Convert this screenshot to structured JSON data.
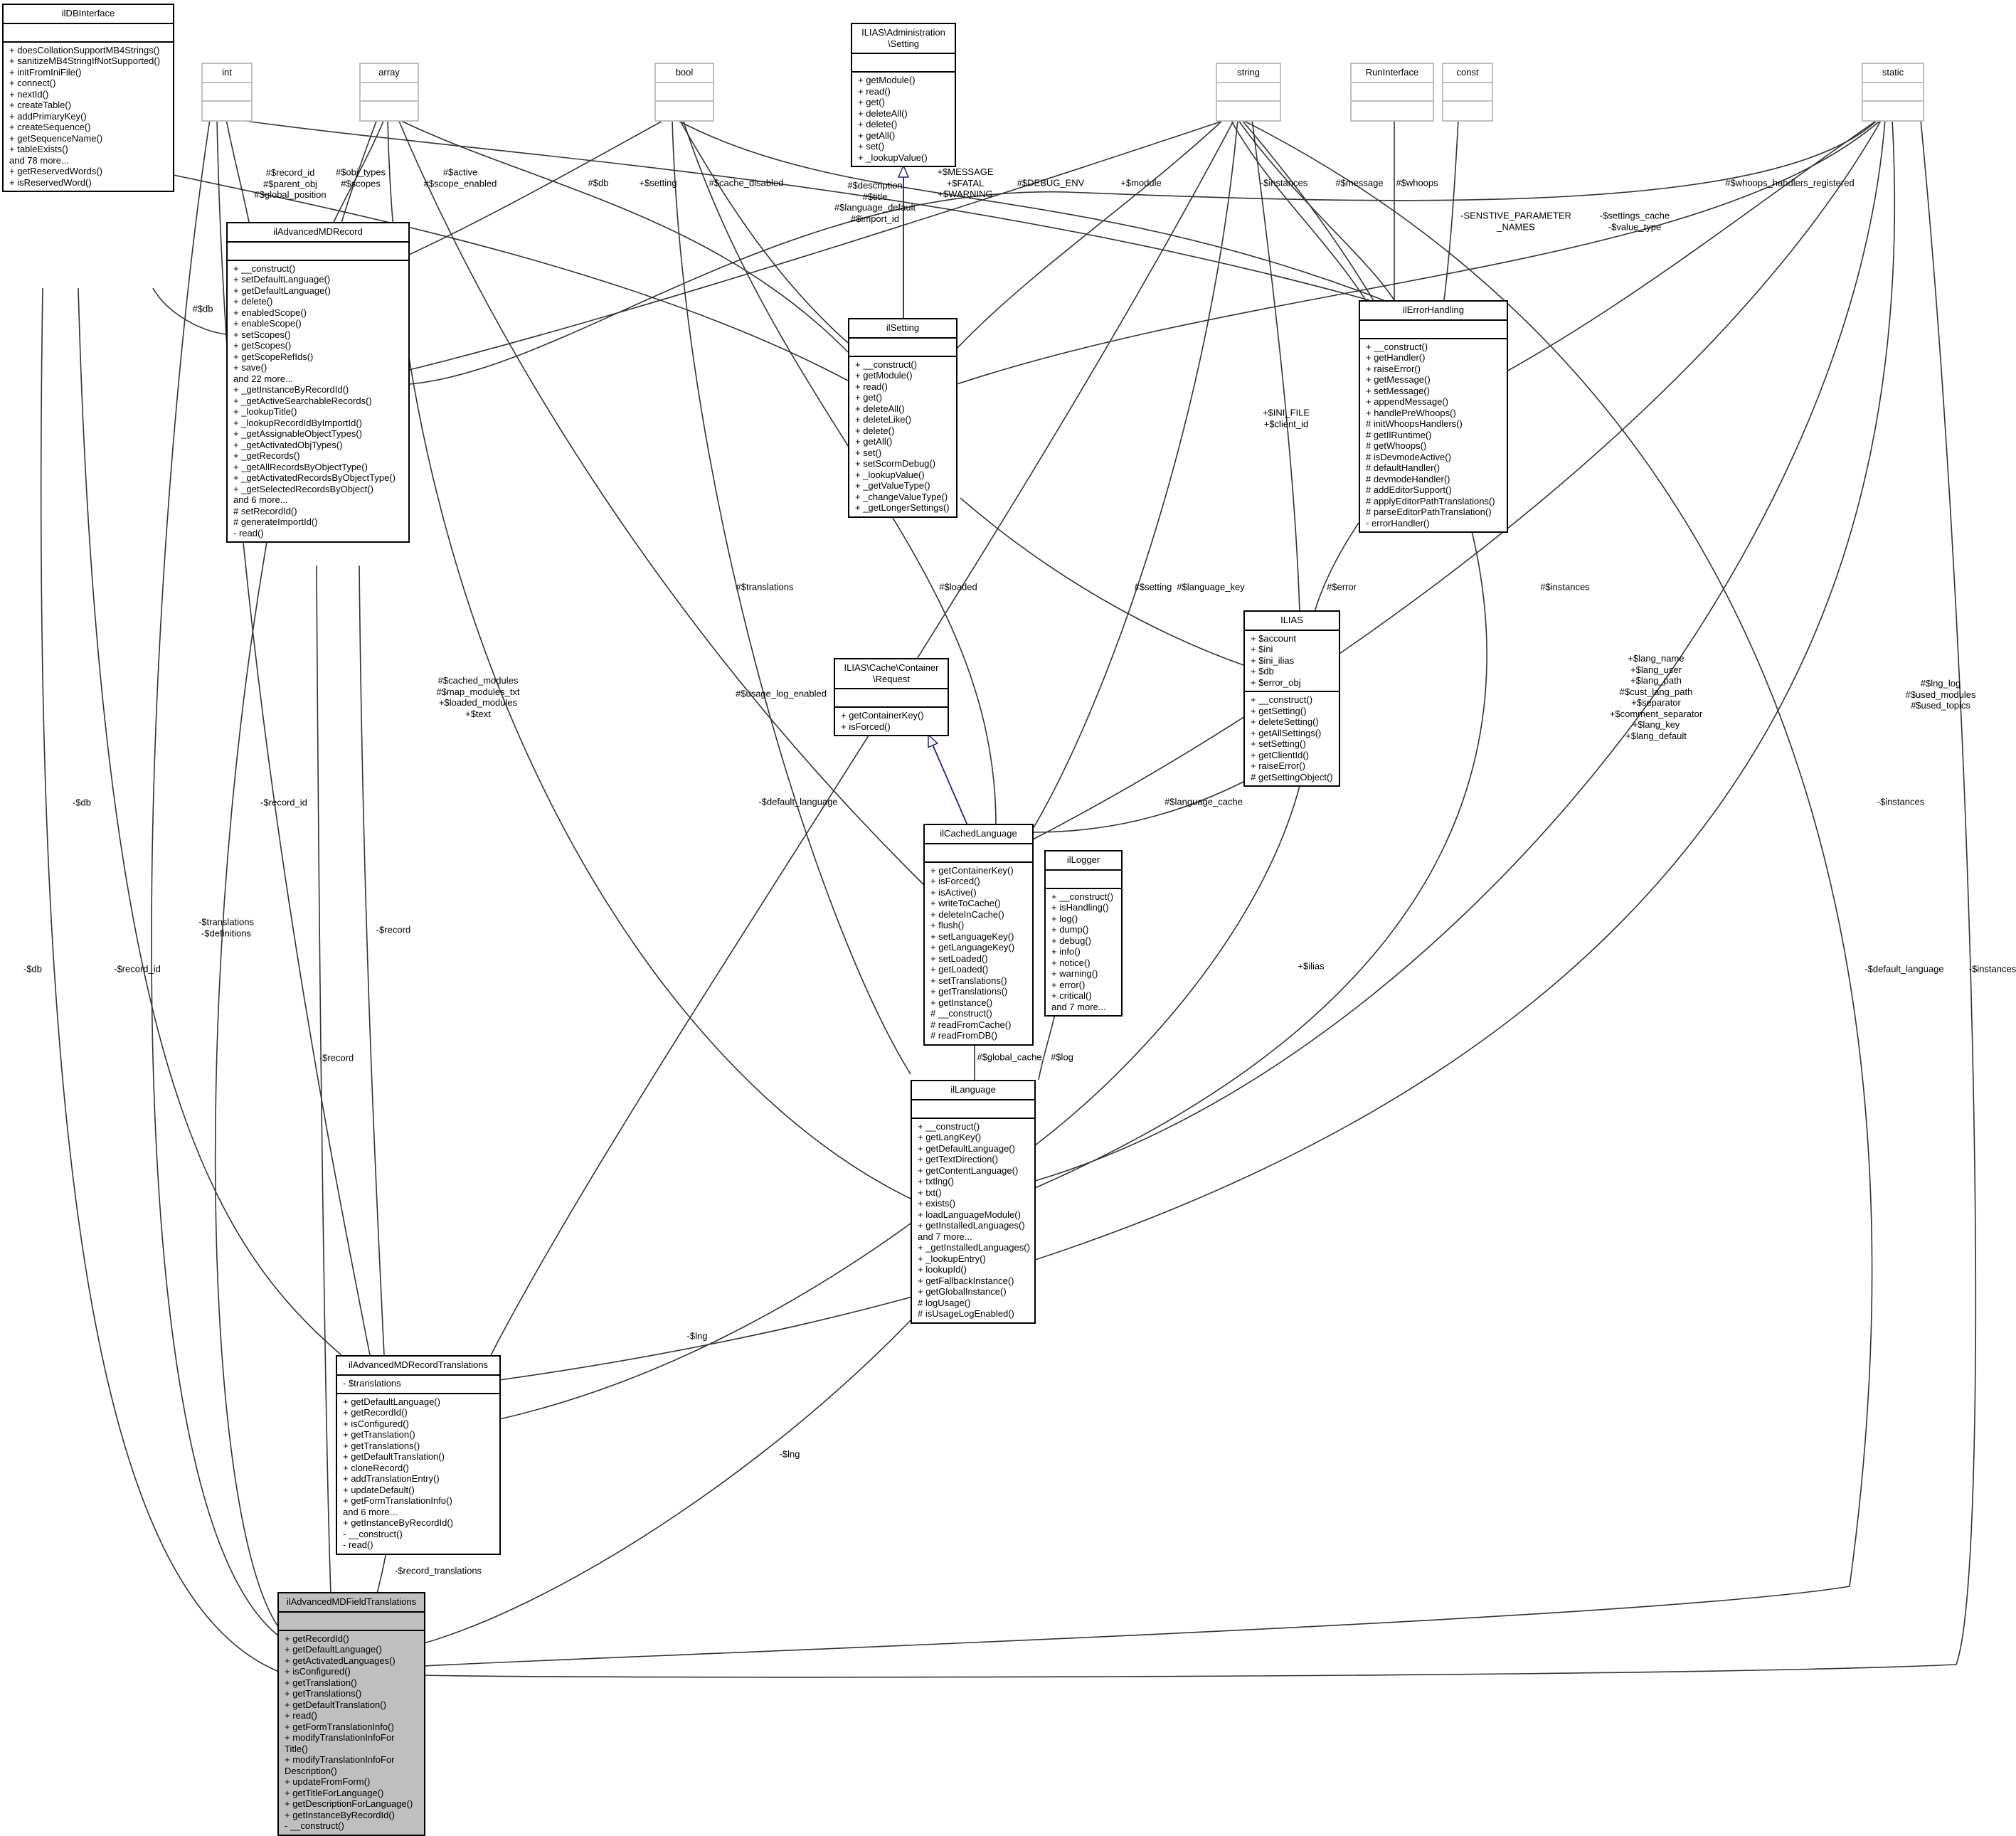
{
  "classes": {
    "ilDBInterface": {
      "title": "ilDBInterface",
      "attributes": [],
      "methods": [
        "+ doesCollationSupportMB4Strings()",
        "+ sanitizeMB4StringIfNotSupported()",
        "+ initFromIniFile()",
        "+ connect()",
        "+ nextId()",
        "+ createTable()",
        "+ addPrimaryKey()",
        "+ createSequence()",
        "+ getSequenceName()",
        "+ tableExists()",
        "and 78 more...",
        "+ getReservedWords()",
        "+ isReservedWord()"
      ]
    },
    "int": {
      "title": "int",
      "attributes": [],
      "methods": []
    },
    "array": {
      "title": "array",
      "attributes": [],
      "methods": []
    },
    "bool": {
      "title": "bool",
      "attributes": [],
      "methods": []
    },
    "AdministrationSetting": {
      "title": "ILIAS\\Administration\n\\Setting",
      "attributes": [],
      "methods": [
        "+ getModule()",
        "+ read()",
        "+ get()",
        "+ deleteAll()",
        "+ delete()",
        "+ getAll()",
        "+ set()",
        "+ _lookupValue()"
      ]
    },
    "string": {
      "title": "string",
      "attributes": [],
      "methods": []
    },
    "RunInterface": {
      "title": "RunInterface",
      "attributes": [],
      "methods": []
    },
    "const": {
      "title": "const",
      "attributes": [],
      "methods": []
    },
    "static": {
      "title": "static",
      "attributes": [],
      "methods": []
    },
    "ilAdvancedMDRecord": {
      "title": "ilAdvancedMDRecord",
      "attributes": [],
      "methods": [
        "+ __construct()",
        "+ setDefaultLanguage()",
        "+ getDefaultLanguage()",
        "+ delete()",
        "+ enabledScope()",
        "+ enableScope()",
        "+ setScopes()",
        "+ getScopes()",
        "+ getScopeRefIds()",
        "+ save()",
        "and 22 more...",
        "+ _getInstanceByRecordId()",
        "+ _getActiveSearchableRecords()",
        "+ _lookupTitle()",
        "+ _lookupRecordIdByImportId()",
        "+ _getAssignableObjectTypes()",
        "+ _getActivatedObjTypes()",
        "+ _getRecords()",
        "+ _getAllRecordsByObjectType()",
        "+ _getActivatedRecordsByObjectType()",
        "+ _getSelectedRecordsByObject()",
        "and 6 more...",
        "# setRecordId()",
        "# generateImportId()",
        "- read()"
      ]
    },
    "ilSetting": {
      "title": "ilSetting",
      "attributes": [],
      "methods": [
        "+ __construct()",
        "+ getModule()",
        "+ read()",
        "+ get()",
        "+ deleteAll()",
        "+ deleteLike()",
        "+ delete()",
        "+ getAll()",
        "+ set()",
        "+ setScormDebug()",
        "+ _lookupValue()",
        "+ _getValueType()",
        "+ _changeValueType()",
        "+ _getLongerSettings()"
      ]
    },
    "ilErrorHandling": {
      "title": "ilErrorHandling",
      "attributes": [],
      "methods": [
        "+ __construct()",
        "+ getHandler()",
        "+ raiseError()",
        "+ getMessage()",
        "+ setMessage()",
        "+ appendMessage()",
        "+ handlePreWhoops()",
        "# initWhoopsHandlers()",
        "# getIlRuntime()",
        "# getWhoops()",
        "# isDevmodeActive()",
        "# defaultHandler()",
        "# devmodeHandler()",
        "# addEditorSupport()",
        "# applyEditorPathTranslations()",
        "# parseEditorPathTranslation()",
        "- errorHandler()"
      ]
    },
    "ILIAS": {
      "title": "ILIAS",
      "attributes": [
        "+ $account",
        "+ $ini",
        "+ $ini_ilias",
        "+ $db",
        "+ $error_obj"
      ],
      "methods": [
        "+ __construct()",
        "+ getSetting()",
        "+ deleteSetting()",
        "+ getAllSettings()",
        "+ setSetting()",
        "+ getClientId()",
        "+ raiseError()",
        "# getSettingObject()"
      ]
    },
    "CacheRequest": {
      "title": "ILIAS\\Cache\\Container\n\\Request",
      "attributes": [],
      "methods": [
        "+ getContainerKey()",
        "+ isForced()"
      ]
    },
    "ilCachedLanguage": {
      "title": "ilCachedLanguage",
      "attributes": [],
      "methods": [
        "+ getContainerKey()",
        "+ isForced()",
        "+ isActive()",
        "+ writeToCache()",
        "+ deleteInCache()",
        "+ flush()",
        "+ setLanguageKey()",
        "+ getLanguageKey()",
        "+ setLoaded()",
        "+ getLoaded()",
        "+ setTranslations()",
        "+ getTranslations()",
        "+ getInstance()",
        "# __construct()",
        "# readFromCache()",
        "# readFromDB()"
      ]
    },
    "ilLogger": {
      "title": "ilLogger",
      "attributes": [],
      "methods": [
        "+ __construct()",
        "+ isHandling()",
        "+ log()",
        "+ dump()",
        "+ debug()",
        "+ info()",
        "+ notice()",
        "+ warning()",
        "+ error()",
        "+ critical()",
        "and 7 more..."
      ]
    },
    "ilLanguage": {
      "title": "ilLanguage",
      "attributes": [],
      "methods": [
        "+ __construct()",
        "+ getLangKey()",
        "+ getDefaultLanguage()",
        "+ getTextDirection()",
        "+ getContentLanguage()",
        "+ txtlng()",
        "+ txt()",
        "+ exists()",
        "+ loadLanguageModule()",
        "+ getInstalledLanguages()",
        "and 7 more...",
        "+ _getInstalledLanguages()",
        "+ _lookupEntry()",
        "+ lookupId()",
        "+ getFallbackInstance()",
        "+ getGlobalInstance()",
        "# logUsage()",
        "# isUsageLogEnabled()"
      ]
    },
    "ilAdvancedMDRecordTranslations": {
      "title": "ilAdvancedMDRecordTranslations",
      "attributes": [
        "- $translations"
      ],
      "methods": [
        "+ getDefaultLanguage()",
        "+ getRecordId()",
        "+ isConfigured()",
        "+ getTranslation()",
        "+ getTranslations()",
        "+ getDefaultTranslation()",
        "+ cloneRecord()",
        "+ addTranslationEntry()",
        "+ updateDefault()",
        "+ getFormTranslationInfo()",
        "and 6 more...",
        "+ getInstanceByRecordId()",
        "- __construct()",
        "- read()"
      ]
    },
    "ilAdvancedMDFieldTranslations": {
      "title": "ilAdvancedMDFieldTranslations",
      "attributes": [],
      "methods": [
        "+ getRecordId()",
        "+ getDefaultLanguage()",
        "+ getActivatedLanguages()",
        "+ isConfigured()",
        "+ getTranslation()",
        "+ getTranslations()",
        "+ getDefaultTranslation()",
        "+ read()",
        "+ getFormTranslationInfo()",
        "+ modifyTranslationInfoFor",
        "Title()",
        "+ modifyTranslationInfoFor",
        "Description()",
        "+ updateFromForm()",
        "+ getTitleForLanguage()",
        "+ getDescriptionForLanguage()",
        "+ getInstanceByRecordId()",
        "- __construct()"
      ]
    }
  },
  "edge_labels": {
    "db_amdr": "#$db",
    "int_amdr": "#$record_id\n#$parent_obj\n#$global_position",
    "array_amdr": "#$obj_types\n#$scopes",
    "bool_amdr": "#$active\n#$scope_enabled",
    "string_amdr": "#$description\n#$title\n#$language_default\n#$import_id",
    "db_setting": "#$db",
    "array_setting": "+$setting",
    "bool_setting": "#$cache_disabled",
    "string_setting": "+$module",
    "int_error": "+$MESSAGE\n+$FATAL\n+$WARNING",
    "bool_error": "#$DEBUG_ENV",
    "static_error_inst": "-$instances",
    "string_error": "#$message",
    "run_error": "#$whoops",
    "const_error": "-SENSTIVE_PARAMETER\n_NAMES",
    "static_amdr": "-$settings_cache\n-$value_type",
    "static_error_wh": "#$whoops_handlers_registered",
    "string_ilias": "+$INI_FILE\n+$client_id",
    "setting_ilias": "#$setting",
    "error_ilias": "#$error",
    "array_cached": "#$translations",
    "bool_cached": "#$loaded",
    "string_cached": "#$language_key",
    "static_cached": "#$instances",
    "ilias_cached": "#$language_cache",
    "array_lang": "#$cached_modules\n#$map_modules_txt\n+$loaded_modules\n+$text",
    "bool_lang": "#$usage_log_enabled",
    "string_lang": "+$lang_name\n+$lang_user\n+$lang_path\n#$cust_lang_path\n+$separator\n+$comment_separator\n+$lang_key\n+$lang_default",
    "static_lang": "#$lng_log\n#$used_modules\n#$used_topics",
    "cached_lang": "#$global_cache",
    "logger_lang": "#$log",
    "ilias_lang": "+$ilias",
    "db_rt": "-$db",
    "int_rt": "-$record_id",
    "amdr_rt": "-$record",
    "string_rt": "-$default_language",
    "static_rt": "-$instances",
    "lang_rt": "-$lng",
    "db_ft": "-$db",
    "int_ft": "-$record_id",
    "array_ft": "-$translations\n-$definitions",
    "amdr_ft": "-$record",
    "rt_ft": "-$record_translations",
    "lang_ft": "-$lng",
    "string_ft": "-$default_language",
    "static_ft": "-$instances"
  }
}
